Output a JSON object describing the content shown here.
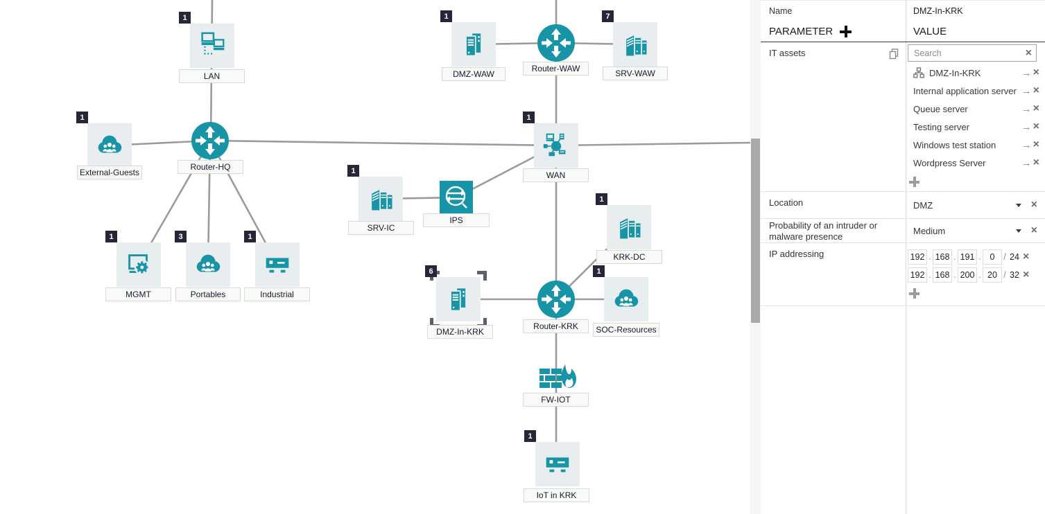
{
  "colors": {
    "accent_teal": "#1795a6",
    "badge_bg": "#262639",
    "edge_gray": "#9b9b9b",
    "selection_gray": "#5e5e70",
    "node_bg": "#e8edf0"
  },
  "icons": {
    "close": "×",
    "arrow_right": "→"
  },
  "diagram": {
    "nodes": [
      {
        "id": "lan",
        "label": "LAN",
        "badge": "1",
        "type": "computers"
      },
      {
        "id": "dmz-waw",
        "label": "DMZ-WAW",
        "badge": "1",
        "type": "server-tower"
      },
      {
        "id": "router-waw",
        "label": "Router-WAW",
        "type": "router"
      },
      {
        "id": "srv-waw",
        "label": "SRV-WAW",
        "badge": "7",
        "type": "server-rack"
      },
      {
        "id": "external-guests",
        "label": "External-Guests",
        "badge": "1",
        "type": "cloud-users"
      },
      {
        "id": "router-hq",
        "label": "Router-HQ",
        "type": "router"
      },
      {
        "id": "wan",
        "label": "WAN",
        "badge": "1",
        "type": "wan-network"
      },
      {
        "id": "srv-ic",
        "label": "SRV-IC",
        "badge": "1",
        "type": "server-rack"
      },
      {
        "id": "ips",
        "label": "IPS",
        "type": "ips"
      },
      {
        "id": "krk-dc",
        "label": "KRK-DC",
        "badge": "1",
        "type": "server-rack"
      },
      {
        "id": "mgmt",
        "label": "MGMT",
        "badge": "1",
        "type": "mgmt"
      },
      {
        "id": "portables",
        "label": "Portables",
        "badge": "3",
        "type": "cloud-users"
      },
      {
        "id": "industrial",
        "label": "Industrial",
        "badge": "1",
        "type": "iot-device"
      },
      {
        "id": "dmz-in-krk",
        "label": "DMZ-In-KRK",
        "badge": "6",
        "type": "server-tower",
        "selected": true
      },
      {
        "id": "router-krk",
        "label": "Router-KRK",
        "type": "router"
      },
      {
        "id": "soc-resources",
        "label": "SOC-Resources",
        "badge": "1",
        "type": "cloud-users"
      },
      {
        "id": "fw-iot",
        "label": "FW-IOT",
        "type": "firewall"
      },
      {
        "id": "iot-in-krk",
        "label": "IoT in KRK",
        "badge": "1",
        "type": "iot-device"
      }
    ]
  },
  "panel": {
    "header": {
      "name_label": "Name",
      "name_value": "DMZ-In-KRK",
      "parameter_label": "PARAMETER",
      "value_label": "VALUE"
    },
    "it_assets": {
      "label": "IT assets",
      "search_placeholder": "Search",
      "items": [
        {
          "label": "DMZ-In-KRK",
          "has_icon": true
        },
        {
          "label": "Internal application server"
        },
        {
          "label": "Queue server"
        },
        {
          "label": "Testing server"
        },
        {
          "label": "Windows test station"
        },
        {
          "label": "Wordpress Server"
        }
      ]
    },
    "location": {
      "label": "Location",
      "value": "DMZ"
    },
    "probability": {
      "label": "Probability of an intruder or malware presence",
      "value": "Medium"
    },
    "ip_addressing": {
      "label": "IP addressing",
      "dot": ".",
      "slash": "/",
      "entries": [
        {
          "octets": [
            "192",
            "168",
            "191",
            "0"
          ],
          "prefix": "24"
        },
        {
          "octets": [
            "192",
            "168",
            "200",
            "20"
          ],
          "prefix": "32"
        }
      ]
    }
  }
}
